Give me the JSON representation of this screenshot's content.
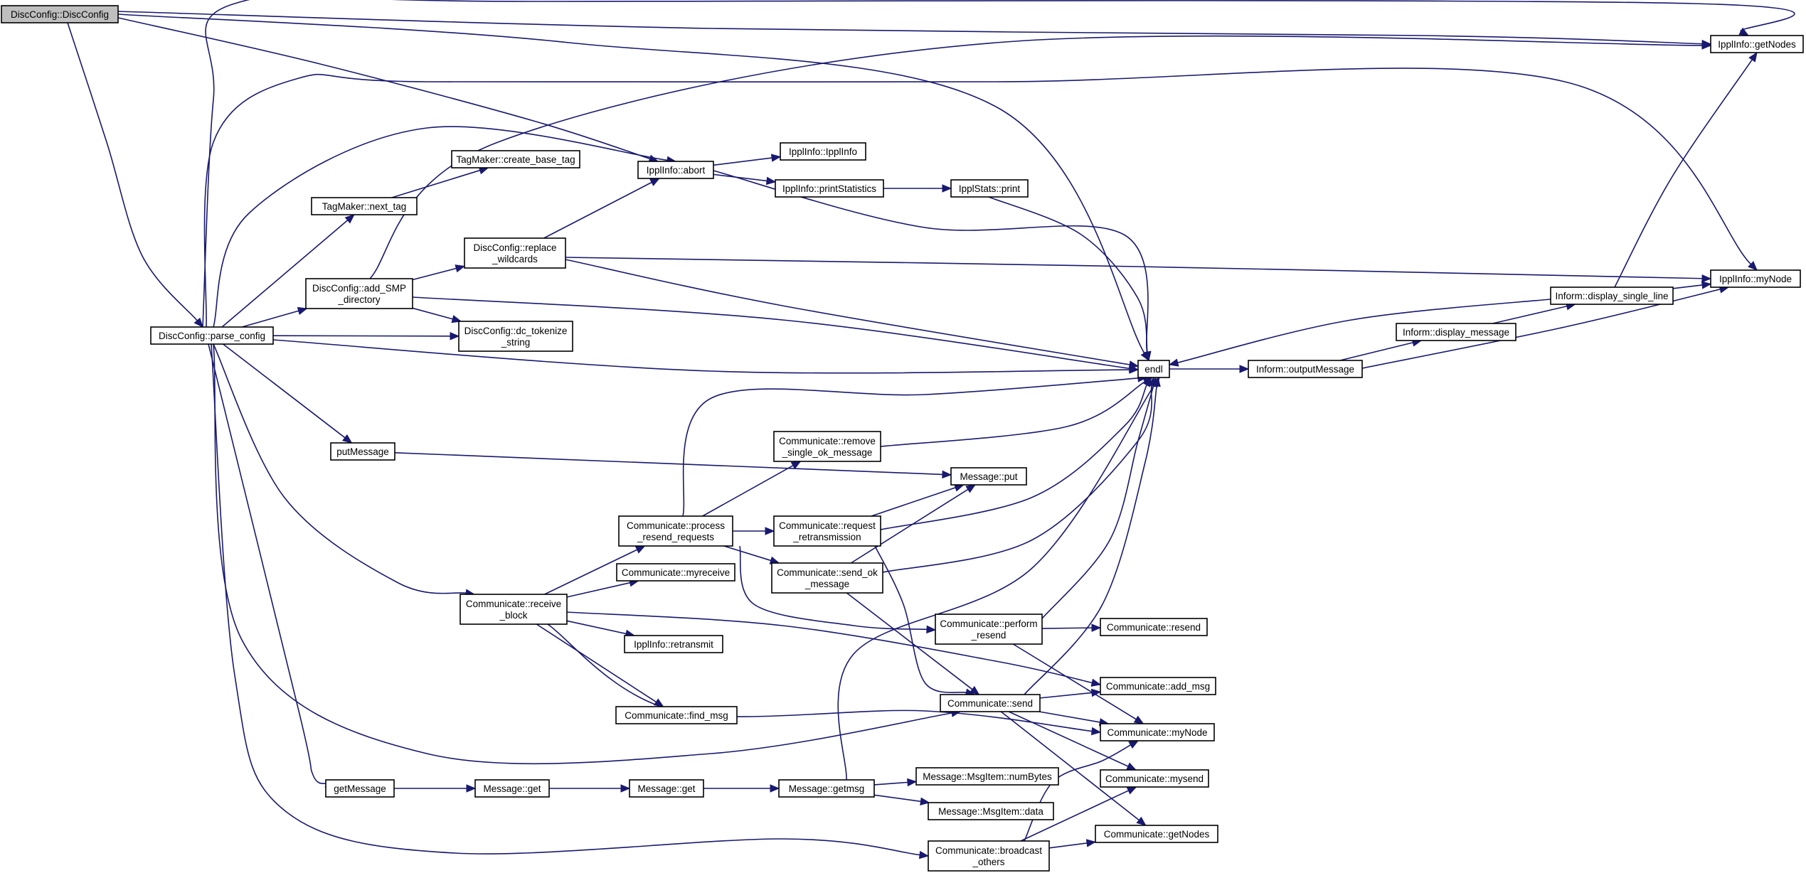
{
  "colors": {
    "edge": "#191970",
    "node_border": "#000000",
    "root_fill": "#bfbfbf",
    "node_fill": "#ffffff"
  },
  "nodes": [
    {
      "id": "discconfig_ctor",
      "lines": [
        "DiscConfig::DiscConfig"
      ],
      "root": true
    },
    {
      "id": "parse_config",
      "lines": [
        "DiscConfig::parse_config"
      ]
    },
    {
      "id": "ippl_getnodes",
      "lines": [
        "IpplInfo::getNodes"
      ]
    },
    {
      "id": "ippl_abort",
      "lines": [
        "IpplInfo::abort"
      ]
    },
    {
      "id": "endl",
      "lines": [
        "endl"
      ]
    },
    {
      "id": "ippl_mynode",
      "lines": [
        "IpplInfo::myNode"
      ]
    },
    {
      "id": "ippl_ctor",
      "lines": [
        "IpplInfo::IpplInfo"
      ]
    },
    {
      "id": "ippl_printstats",
      "lines": [
        "IpplInfo::printStatistics"
      ]
    },
    {
      "id": "ipplstats_print",
      "lines": [
        "IpplStats::print"
      ]
    },
    {
      "id": "tag_create_base",
      "lines": [
        "TagMaker::create_base_tag"
      ]
    },
    {
      "id": "tag_next",
      "lines": [
        "TagMaker::next_tag"
      ]
    },
    {
      "id": "replace_wildcards",
      "lines": [
        "DiscConfig::replace",
        "_wildcards"
      ]
    },
    {
      "id": "add_smp",
      "lines": [
        "DiscConfig::add_SMP",
        "_directory"
      ]
    },
    {
      "id": "dc_tokenize",
      "lines": [
        "DiscConfig::dc_tokenize",
        "_string"
      ]
    },
    {
      "id": "inform_display_single",
      "lines": [
        "Inform::display_single_line"
      ]
    },
    {
      "id": "inform_display_message",
      "lines": [
        "Inform::display_message"
      ]
    },
    {
      "id": "inform_output",
      "lines": [
        "Inform::outputMessage"
      ]
    },
    {
      "id": "putmessage",
      "lines": [
        "putMessage"
      ]
    },
    {
      "id": "comm_remove_single",
      "lines": [
        "Communicate::remove",
        "_single_ok_message"
      ]
    },
    {
      "id": "message_put",
      "lines": [
        "Message::put"
      ]
    },
    {
      "id": "comm_process_resend",
      "lines": [
        "Communicate::process",
        "_resend_requests"
      ]
    },
    {
      "id": "comm_request_retrans",
      "lines": [
        "Communicate::request",
        "_retransmission"
      ]
    },
    {
      "id": "comm_send_ok",
      "lines": [
        "Communicate::send_ok",
        "_message"
      ]
    },
    {
      "id": "comm_myreceive",
      "lines": [
        "Communicate::myreceive"
      ]
    },
    {
      "id": "comm_receive_block",
      "lines": [
        "Communicate::receive",
        "_block"
      ]
    },
    {
      "id": "comm_perform_resend",
      "lines": [
        "Communicate::perform",
        "_resend"
      ]
    },
    {
      "id": "comm_resend",
      "lines": [
        "Communicate::resend"
      ]
    },
    {
      "id": "ippl_retransmit",
      "lines": [
        "IpplInfo::retransmit"
      ]
    },
    {
      "id": "comm_add_msg",
      "lines": [
        "Communicate::add_msg"
      ]
    },
    {
      "id": "comm_send",
      "lines": [
        "Communicate::send"
      ]
    },
    {
      "id": "comm_find_msg",
      "lines": [
        "Communicate::find_msg"
      ]
    },
    {
      "id": "comm_mynode",
      "lines": [
        "Communicate::myNode"
      ]
    },
    {
      "id": "comm_mysend",
      "lines": [
        "Communicate::mysend"
      ]
    },
    {
      "id": "getmessage",
      "lines": [
        "getMessage"
      ]
    },
    {
      "id": "message_get1",
      "lines": [
        "Message::get"
      ]
    },
    {
      "id": "message_get2",
      "lines": [
        "Message::get"
      ]
    },
    {
      "id": "message_getmsg",
      "lines": [
        "Message::getmsg"
      ]
    },
    {
      "id": "msgitem_numbytes",
      "lines": [
        "Message::MsgItem::numBytes"
      ]
    },
    {
      "id": "msgitem_data",
      "lines": [
        "Message::MsgItem::data"
      ]
    },
    {
      "id": "comm_getnodes",
      "lines": [
        "Communicate::getNodes"
      ]
    },
    {
      "id": "comm_broadcast",
      "lines": [
        "Communicate::broadcast",
        "_others"
      ]
    }
  ],
  "edges": [
    [
      "discconfig_ctor",
      "parse_config"
    ],
    [
      "discconfig_ctor",
      "ippl_getnodes"
    ],
    [
      "discconfig_ctor",
      "ippl_abort"
    ],
    [
      "discconfig_ctor",
      "endl"
    ],
    [
      "parse_config",
      "ippl_abort"
    ],
    [
      "parse_config",
      "ippl_mynode"
    ],
    [
      "parse_config",
      "ippl_getnodes"
    ],
    [
      "parse_config",
      "tag_next"
    ],
    [
      "parse_config",
      "add_smp"
    ],
    [
      "parse_config",
      "dc_tokenize"
    ],
    [
      "parse_config",
      "endl"
    ],
    [
      "parse_config",
      "putmessage"
    ],
    [
      "parse_config",
      "comm_receive_block"
    ],
    [
      "parse_config",
      "comm_send"
    ],
    [
      "parse_config",
      "getmessage"
    ],
    [
      "parse_config",
      "comm_broadcast"
    ],
    [
      "ippl_abort",
      "ippl_ctor"
    ],
    [
      "ippl_abort",
      "ippl_printstats"
    ],
    [
      "ippl_abort",
      "endl"
    ],
    [
      "ippl_printstats",
      "ipplstats_print"
    ],
    [
      "ipplstats_print",
      "endl"
    ],
    [
      "tag_next",
      "tag_create_base"
    ],
    [
      "add_smp",
      "replace_wildcards"
    ],
    [
      "add_smp",
      "dc_tokenize"
    ],
    [
      "add_smp",
      "endl"
    ],
    [
      "add_smp",
      "ippl_getnodes"
    ],
    [
      "replace_wildcards",
      "ippl_abort"
    ],
    [
      "replace_wildcards",
      "endl"
    ],
    [
      "replace_wildcards",
      "ippl_mynode"
    ],
    [
      "endl",
      "inform_output"
    ],
    [
      "inform_output",
      "inform_display_message"
    ],
    [
      "inform_output",
      "ippl_mynode"
    ],
    [
      "inform_display_message",
      "inform_display_single"
    ],
    [
      "inform_display_single",
      "endl"
    ],
    [
      "inform_display_single",
      "ippl_getnodes"
    ],
    [
      "inform_display_single",
      "ippl_mynode"
    ],
    [
      "putmessage",
      "message_put"
    ],
    [
      "comm_remove_single",
      "endl"
    ],
    [
      "comm_receive_block",
      "comm_process_resend"
    ],
    [
      "comm_receive_block",
      "comm_myreceive"
    ],
    [
      "comm_receive_block",
      "ippl_retransmit"
    ],
    [
      "comm_receive_block",
      "comm_find_msg"
    ],
    [
      "comm_receive_block",
      "comm_add_msg"
    ],
    [
      "comm_receive_block",
      "comm_mynode"
    ],
    [
      "comm_process_resend",
      "comm_remove_single"
    ],
    [
      "comm_process_resend",
      "comm_request_retrans"
    ],
    [
      "comm_process_resend",
      "comm_send_ok"
    ],
    [
      "comm_process_resend",
      "comm_perform_resend"
    ],
    [
      "comm_process_resend",
      "endl"
    ],
    [
      "comm_request_retrans",
      "message_put"
    ],
    [
      "comm_request_retrans",
      "endl"
    ],
    [
      "comm_request_retrans",
      "comm_send"
    ],
    [
      "comm_send_ok",
      "message_put"
    ],
    [
      "comm_send_ok",
      "endl"
    ],
    [
      "comm_send_ok",
      "comm_send"
    ],
    [
      "comm_perform_resend",
      "endl"
    ],
    [
      "comm_perform_resend",
      "comm_resend"
    ],
    [
      "comm_perform_resend",
      "comm_mynode"
    ],
    [
      "comm_send",
      "endl"
    ],
    [
      "comm_send",
      "comm_add_msg"
    ],
    [
      "comm_send",
      "comm_mynode"
    ],
    [
      "comm_send",
      "comm_mysend"
    ],
    [
      "comm_send",
      "comm_getnodes"
    ],
    [
      "getmessage",
      "message_get1"
    ],
    [
      "message_get1",
      "message_get2"
    ],
    [
      "message_get2",
      "message_getmsg"
    ],
    [
      "message_getmsg",
      "msgitem_numbytes"
    ],
    [
      "message_getmsg",
      "msgitem_data"
    ],
    [
      "message_getmsg",
      "endl"
    ],
    [
      "comm_broadcast",
      "comm_getnodes"
    ],
    [
      "comm_broadcast",
      "comm_mysend"
    ],
    [
      "comm_broadcast",
      "comm_mynode"
    ]
  ]
}
